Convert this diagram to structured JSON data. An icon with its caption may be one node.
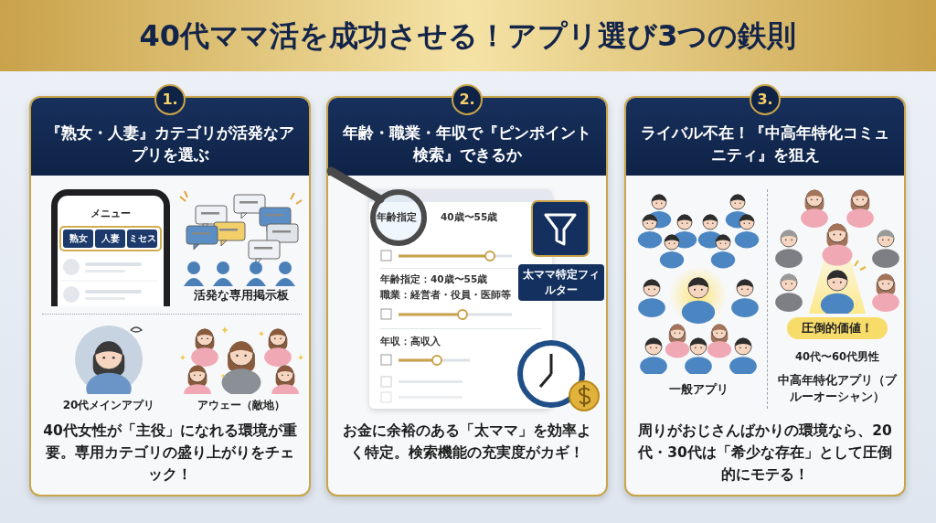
{
  "diagram": {
    "title": "40代ママ活を成功させる！アプリ選び3つの鉄則",
    "nodes": [
      {
        "text": [
          "1.",
          "『**熟女・人妻**』カテゴリが活発なアプリを選ぶ",
          "40代女性が「主役」になれる環境が重要。専用カテゴリの盛り上がりをチェック！"
        ]
      },
      {
        "text": [
          "メニュー"
        ],
        "in": 0
      },
      {
        "text": [
          "熟女"
        ],
        "in": 1
      },
      {
        "text": [
          "人妻"
        ],
        "in": 1
      },
      {
        "text": [
          "ミセス"
        ],
        "in": 1
      },
      {
        "text": [
          "活発な専用掲示板"
        ],
        "in": 0
      },
      {
        "text": [
          "20代メインアプリ"
        ],
        "in": 0
      },
      {
        "text": [
          "アウェー（敵地）"
        ],
        "in": 0
      },
      {
        "text": [
          "2.",
          "年齢・職業・年収で『**ピンポイント検索**』できるか",
          "お金に余裕のある「太ママ」を効率よく特定。検索機能の充実度がカギ！"
        ]
      },
      {
        "text": [
          "年齢指定",
          "40歳〜55歳",
          "年齢指定：40歳〜55歳",
          "職業：経営者・役員・医師等",
          "年収：高収入"
        ],
        "in": 8
      },
      {
        "text": [
          "太ママ特定フィルター"
        ],
        "in": 8
      },
      {
        "text": [
          "3.",
          "ライバル不在！『**中高年特化コミュニティ**』を狙え",
          "周りがおじさんばかりの環境なら、20代・30代は「希少な存在」として圧倒的にモテる！"
        ]
      },
      {
        "text": [
          "一般アプリ"
        ],
        "in": 11
      },
      {
        "text": [
          "40代〜60代男性",
          "中高年特化アプリ（ブルーオーシャン）"
        ],
        "in": 11
      },
      {
        "text": [
          "圧倒的価値！"
        ],
        "in": 13
      }
    ]
  }
}
